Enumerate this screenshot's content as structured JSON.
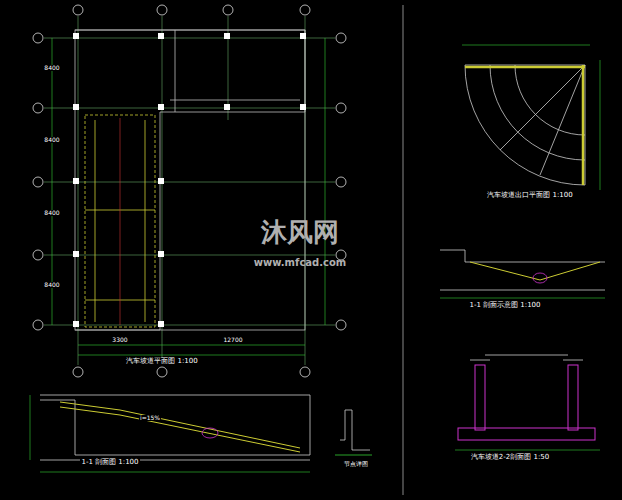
{
  "diagram": {
    "labels": [
      "汽车坡道平面图 1:100",
      "1-1 剖面图 1:100",
      "节点详图",
      "汽车坡道出口平面图 1:100",
      "1-1 剖面示意图 1:100",
      "汽车坡道2-2剖面图 1:50",
      "沐风网",
      "www.mfcad.com",
      "3300",
      "12700",
      "i=15%",
      "8400",
      "8400",
      "8400",
      "8400"
    ]
  }
}
